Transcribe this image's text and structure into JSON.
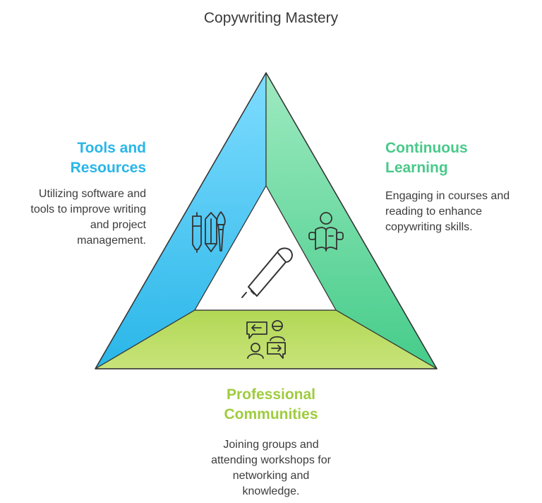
{
  "title": "Copywriting Mastery",
  "colors": {
    "blue": "#29b6e8",
    "green": "#49c98a",
    "lime": "#9fcc3e",
    "text": "#3c3c3c"
  },
  "sections": {
    "tools": {
      "heading_line1": "Tools and",
      "heading_line2": "Resources",
      "desc_line1": "Utilizing software and",
      "desc_line2": "tools to improve writing",
      "desc_line3": "and project",
      "desc_line4": "management.",
      "icon": "pens-and-brush-icon"
    },
    "learning": {
      "heading_line1": "Continuous",
      "heading_line2": "Learning",
      "desc_line1": "Engaging in courses and",
      "desc_line2": "reading to enhance",
      "desc_line3": "copywriting skills.",
      "icon": "person-reading-book-icon"
    },
    "communities": {
      "heading_line1": "Professional",
      "heading_line2": "Communities",
      "desc_line1": "Joining groups and",
      "desc_line2": "attending workshops for",
      "desc_line3": "networking and",
      "desc_line4": "knowledge.",
      "icon": "people-conversation-icon"
    },
    "center_icon": "pen-icon"
  }
}
